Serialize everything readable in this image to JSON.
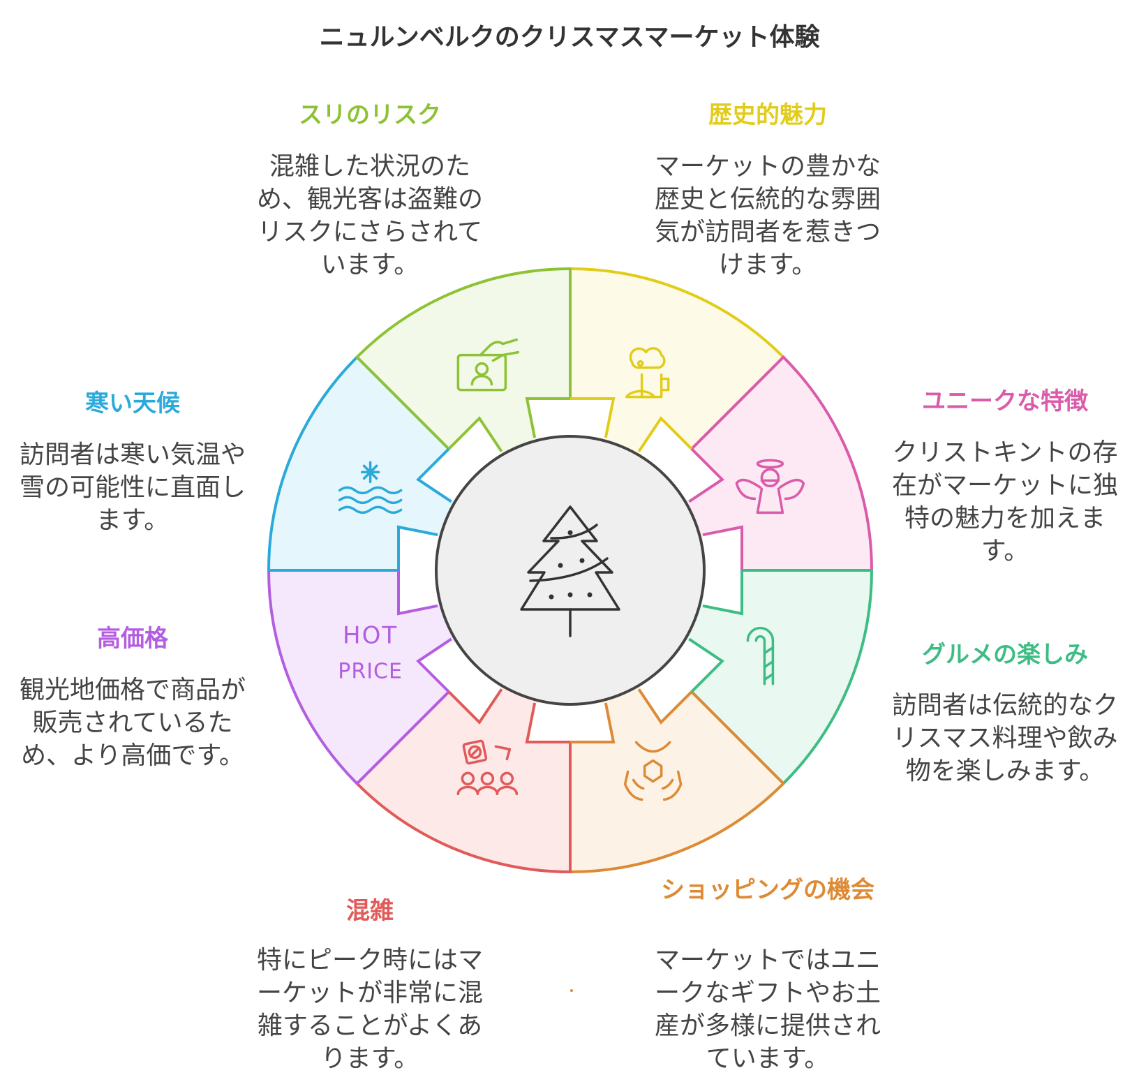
{
  "title": "ニュルンベルクのクリスマスマーケット体験",
  "center_icon": "christmas-tree-icon",
  "segments": [
    {
      "key": "history",
      "title": "歴史的魅力",
      "desc": "マーケットの豊かな歴史と伝統的な雰囲気が訪問者を惹きつけます。",
      "color": "#e2cc1a",
      "fill": "#fdfbe7",
      "icon": "gingerbread-beer-icon"
    },
    {
      "key": "unique",
      "title": "ユニークな特徴",
      "desc": "クリストキントの存在がマーケットに独特の魅力を加えます。",
      "color": "#d95ba9",
      "fill": "#fce9f4",
      "icon": "angel-icon"
    },
    {
      "key": "gourmet",
      "title": "グルメの楽しみ",
      "desc": "訪問者は伝統的なクリスマス料理や飲み物を楽しみます。",
      "color": "#3dbd83",
      "fill": "#e9f8f0",
      "icon": "candy-cane-icon"
    },
    {
      "key": "shopping",
      "title": "ショッピングの機会",
      "desc": "マーケットではユニークなギフトやお土産が多様に提供されています。",
      "color": "#dd8a35",
      "fill": "#fdf2e6",
      "icon": "gift-hands-icon"
    },
    {
      "key": "crowd",
      "title": "混雑",
      "desc": "特にピーク時にはマーケットが非常に混雑することがよくあります。",
      "color": "#e05a5a",
      "fill": "#fde9e8",
      "icon": "crowd-sign-icon"
    },
    {
      "key": "price",
      "title": "高価格",
      "desc": "観光地価格で商品が販売されているため、より高価です。",
      "color": "#b35ee0",
      "fill": "#f5e8fc",
      "icon": "hot-price-icon",
      "icon_text": [
        "HOT",
        "PRICE"
      ]
    },
    {
      "key": "cold",
      "title": "寒い天候",
      "desc": "訪問者は寒い気温や雪の可能性に直面します。",
      "color": "#2aa9da",
      "fill": "#e5f6fc",
      "icon": "snowflake-waves-icon"
    },
    {
      "key": "theft",
      "title": "スリのリスク",
      "desc": "混雑した状況のため、観光客は盗難のリスクにさらされています。",
      "color": "#8ec236",
      "fill": "#f2f9e8",
      "icon": "pickpocket-icon"
    }
  ]
}
